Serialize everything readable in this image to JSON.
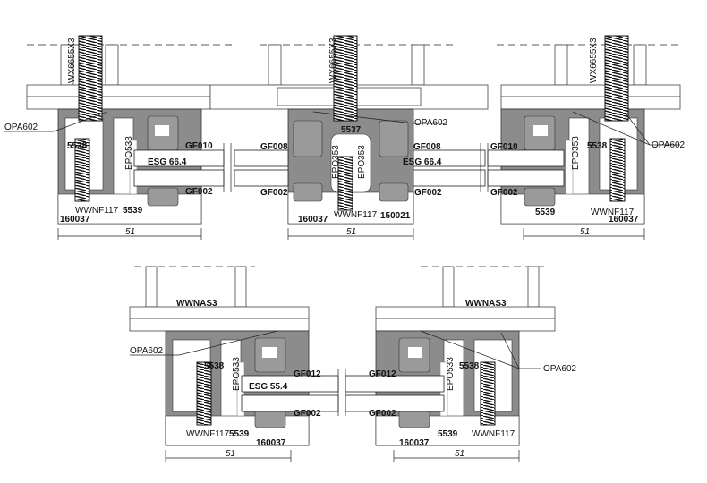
{
  "top_left": {
    "screw": "WX6655X3",
    "opa": "OPA602",
    "screw2": "5538",
    "epo": "EPO533",
    "gasket_top": "GF010",
    "glass": "ESG 66.4",
    "gasket_bottom": "GF002",
    "washer": "WWNF117",
    "insert": "5539",
    "cover": "160037",
    "dim": "51"
  },
  "top_middle": {
    "screw": "WX6655X3",
    "opa": "OPA602",
    "core": "5537",
    "gasket_top_left": "GF008",
    "gasket_top_right": "GF008",
    "glass": "ESG 66.4",
    "epo_left": "EPO353",
    "epo_right": "EPO353",
    "gasket_bottom_left": "GF002",
    "gasket_bottom_right": "GF002",
    "washer": "WWNF117",
    "cover_left": "160037",
    "cover_right": "150021",
    "dim": "51"
  },
  "top_right": {
    "screw": "WX6655X3",
    "opa": "OPA602",
    "screw2": "5538",
    "epo": "EPO353",
    "gasket_top": "GF010",
    "gasket_bottom": "GF002",
    "insert": "5539",
    "washer": "WWNF117",
    "cover": "160037",
    "dim": "51"
  },
  "bottom_left": {
    "connector": "WWNAS3",
    "opa": "OPA602",
    "screw2": "5538",
    "epo": "EPO533",
    "gasket_top": "GF012",
    "glass": "ESG 55.4",
    "gasket_bottom": "GF002",
    "washer": "WWNF117",
    "insert": "5539",
    "cover": "160037",
    "dim": "51"
  },
  "bottom_right": {
    "connector": "WWNAS3",
    "opa": "OPA602",
    "screw2": "5538",
    "epo": "EPO533",
    "gasket_top": "GF012",
    "gasket_bottom": "GF002",
    "cover": "160037",
    "insert": "5539",
    "washer": "WWNF117",
    "dim": "51"
  }
}
